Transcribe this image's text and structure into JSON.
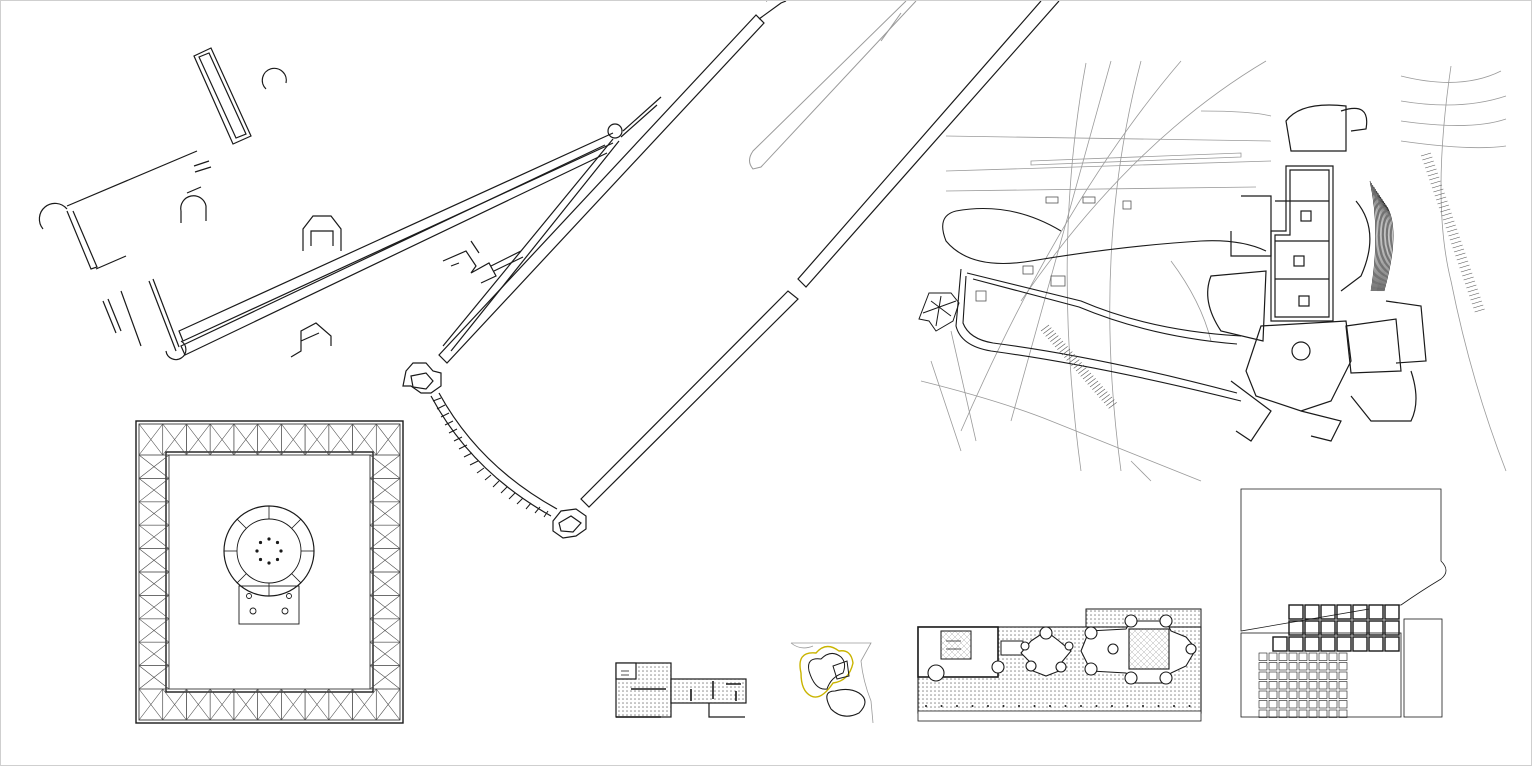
{
  "sheet": {
    "description_visible_text": "",
    "colors": {
      "background": "#ffffff",
      "line": "#1a1a1a",
      "light_line": "#9a9a9a",
      "hatch": "#cfcfcf",
      "accent_yellow": "#c9b400"
    }
  },
  "drawings": [
    {
      "id": "site-plan-walls"
    },
    {
      "id": "quadrangle-rotunda-plan"
    },
    {
      "id": "museum-site-plan"
    },
    {
      "id": "pavilion-plan"
    },
    {
      "id": "small-organic-plan"
    },
    {
      "id": "church-plan"
    },
    {
      "id": "grid-block-plan"
    }
  ]
}
